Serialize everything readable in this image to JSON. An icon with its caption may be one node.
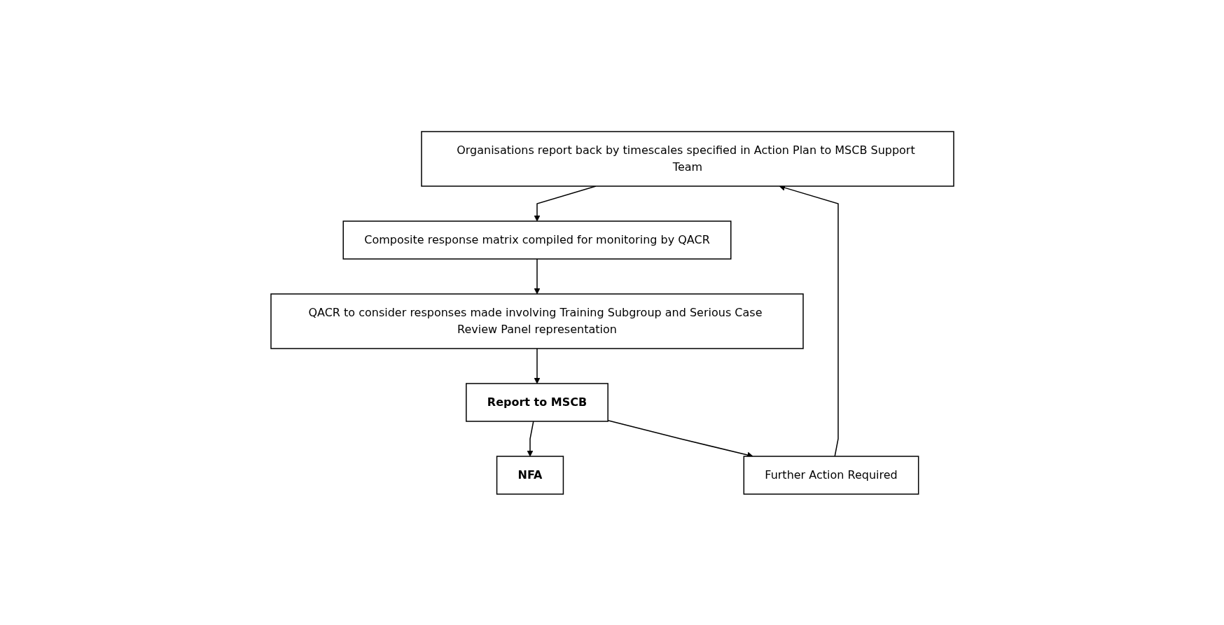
{
  "diagram": {
    "nodes": [
      {
        "text": [
          "Organisations report back by timescales specified in Action Plan to MSCB Support Team"
        ]
      },
      {
        "text": [
          "Composite response matrix compiled for monitoring by QACR"
        ]
      },
      {
        "text": [
          "QACR to consider responses made involving Training Subgroup and Serious Case Review Panel representation"
        ]
      },
      {
        "text": [
          "Report to MSCB"
        ]
      },
      {
        "text": [
          "NFA"
        ]
      },
      {
        "text": [
          "Further Action Required"
        ]
      }
    ],
    "edges": [
      {
        "from": 0,
        "to": 1,
        "arrow": "to"
      },
      {
        "from": 1,
        "to": 2,
        "arrow": "to"
      },
      {
        "from": 2,
        "to": 3,
        "arrow": "to"
      },
      {
        "from": 3,
        "to": 4,
        "arrow": "to"
      },
      {
        "from": 3,
        "to": 5,
        "arrow": "to"
      },
      {
        "from": 5,
        "to": 0,
        "arrow": "to"
      }
    ]
  }
}
